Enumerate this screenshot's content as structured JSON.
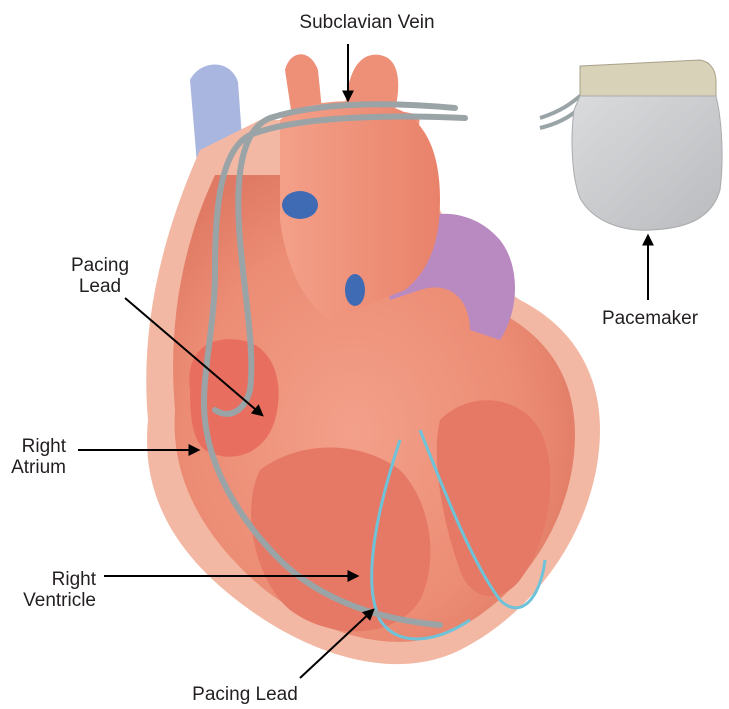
{
  "labels": {
    "subclavian_vein": "Subclavian Vein",
    "pacemaker": "Pacemaker",
    "pacing_lead_top_line1": "Pacing",
    "pacing_lead_top_line2": "Lead",
    "right_atrium_line1": "Right",
    "right_atrium_line2": "Atrium",
    "right_ventricle_line1": "Right",
    "right_ventricle_line2": "Ventricle",
    "pacing_lead_bottom": "Pacing Lead"
  },
  "colors": {
    "heart_outer": "#f2b8a4",
    "heart_muscle": "#ee8f78",
    "heart_inner": "#e86f5f",
    "vein_blue": "#a9b6e0",
    "aorta_purple": "#b98ac2",
    "lead_gray": "#9aa3a6",
    "conduction_blue": "#6fc3d8",
    "pacemaker_body": "#c9cbcd",
    "arrow": "#000000",
    "text": "#231f20"
  }
}
